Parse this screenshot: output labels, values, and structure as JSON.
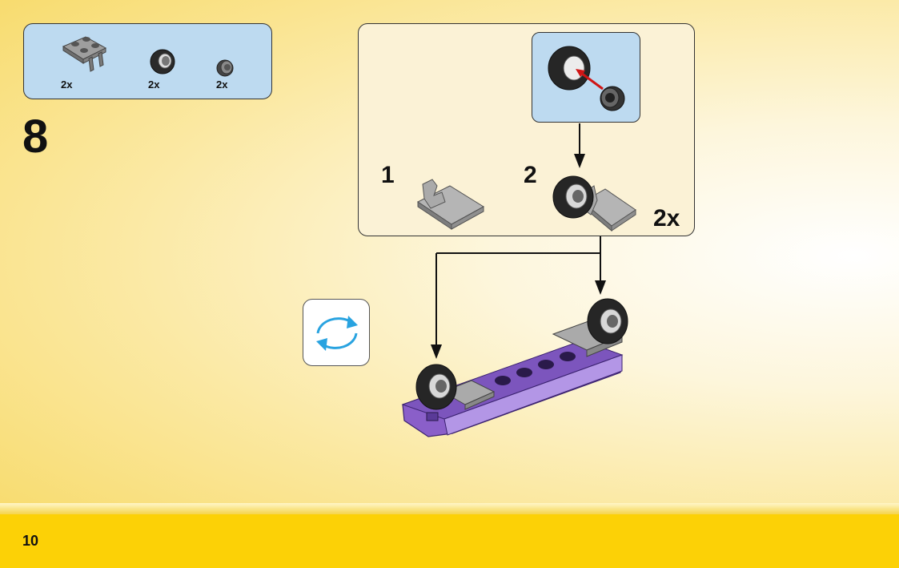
{
  "parts": [
    {
      "name": "plate with clips",
      "quantity": "2x"
    },
    {
      "name": "tire",
      "quantity": "2x"
    },
    {
      "name": "wheel rim",
      "quantity": "2x"
    }
  ],
  "step": {
    "number": "8"
  },
  "sub_steps": [
    {
      "number": "1"
    },
    {
      "number": "2"
    }
  ],
  "sub_assembly_multiplier": "2x",
  "page_number": "10",
  "icons": [
    "rotate-model-icon"
  ],
  "colors": {
    "panel_blue": "#bddaf0",
    "footer_yellow": "#fcd106",
    "brick_purple": "#8a5fc9",
    "brick_gray": "#a5a5a5",
    "rotate_arrow_blue": "#29a3e0"
  }
}
